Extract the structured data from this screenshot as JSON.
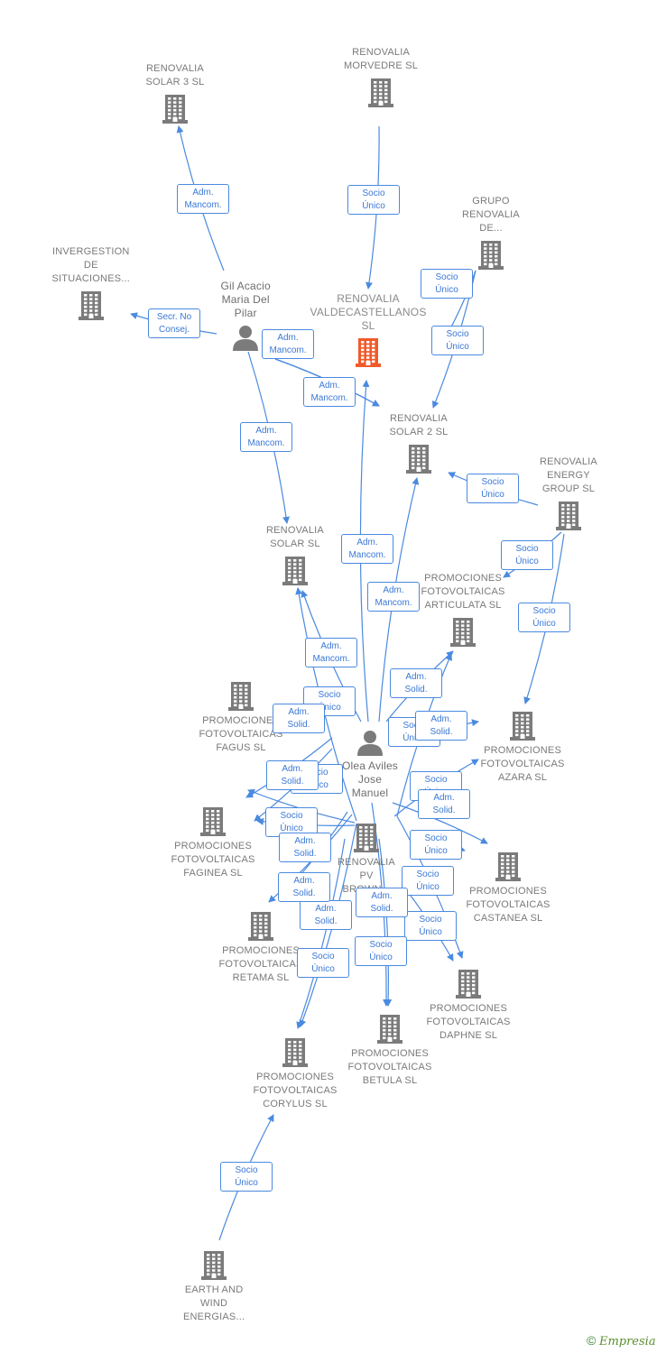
{
  "colors": {
    "edge": "#4a8ae0",
    "icon_gray": "#7b7b7b",
    "icon_main": "#f05a2a",
    "label": "#7a7a7a"
  },
  "nodes": [
    {
      "id": "valdecastellanos",
      "label": "RENOVALIA\nVALDECASTELLANOS\nSL",
      "type": "company",
      "main": true
    },
    {
      "id": "solar3",
      "label": "RENOVALIA\nSOLAR 3 SL",
      "type": "company"
    },
    {
      "id": "morvedre",
      "label": "RENOVALIA\nMORVEDRE  SL",
      "type": "company"
    },
    {
      "id": "grupo",
      "label": "GRUPO\nRENOVALIA\nDE...",
      "type": "company"
    },
    {
      "id": "invergestion",
      "label": "INVERGESTION\nDE\nSITUACIONES...",
      "type": "company"
    },
    {
      "id": "gil",
      "label": "Gil Acacio\nMaria Del\nPilar",
      "type": "person"
    },
    {
      "id": "solar2",
      "label": "RENOVALIA\nSOLAR 2 SL",
      "type": "company"
    },
    {
      "id": "energy",
      "label": "RENOVALIA\nENERGY\nGROUP  SL",
      "type": "company"
    },
    {
      "id": "solar",
      "label": "RENOVALIA\nSOLAR SL",
      "type": "company"
    },
    {
      "id": "articulata",
      "label": "PROMOCIONES\nFOTOVOLTAICAS\nARTICULATA SL",
      "type": "company"
    },
    {
      "id": "fagus",
      "label": "PROMOCIONES\nFOTOVOLTAICAS\nFAGUS SL",
      "type": "company"
    },
    {
      "id": "azara",
      "label": "PROMOCIONES\nFOTOVOLTAICAS\nAZARA SL",
      "type": "company"
    },
    {
      "id": "olea",
      "label": "Olea Aviles\nJose\nManuel",
      "type": "person"
    },
    {
      "id": "faginea",
      "label": "PROMOCIONES\nFOTOVOLTAICAS\nFAGINEA SL",
      "type": "company"
    },
    {
      "id": "pvbrown",
      "label": "RENOVALIA\nPV\nBROWN...",
      "type": "company"
    },
    {
      "id": "castanea",
      "label": "PROMOCIONES\nFOTOVOLTAICAS\nCASTANEA SL",
      "type": "company"
    },
    {
      "id": "retama",
      "label": "PROMOCIONES\nFOTOVOLTAICAS\nRETAMA SL",
      "type": "company"
    },
    {
      "id": "daphne",
      "label": "PROMOCIONES\nFOTOVOLTAICAS\nDAPHNE SL",
      "type": "company"
    },
    {
      "id": "betula",
      "label": "PROMOCIONES\nFOTOVOLTAICAS\nBETULA SL",
      "type": "company"
    },
    {
      "id": "corylus",
      "label": "PROMOCIONES\nFOTOVOLTAICAS\nCORYLUS SL",
      "type": "company"
    },
    {
      "id": "earth",
      "label": "EARTH AND\nWIND\nENERGIAS...",
      "type": "company"
    }
  ],
  "edges": [
    {
      "from": "gil",
      "to": "solar3",
      "label": "Adm.\nMancom."
    },
    {
      "from": "morvedre",
      "to": "valdecastellanos",
      "label": "Socio\nÚnico"
    },
    {
      "from": "grupo",
      "to": "solar2",
      "label": "Socio\nÚnico"
    },
    {
      "from": "grupo",
      "to": "solar2",
      "label": "Socio\nÚnico"
    },
    {
      "from": "gil",
      "to": "invergestion",
      "label": "Secr.  No\nConsej."
    },
    {
      "from": "gil",
      "to": "solar2",
      "label": "Adm.\nMancom."
    },
    {
      "from": "gil",
      "to": "solar2",
      "label": "Adm.\nMancom."
    },
    {
      "from": "gil",
      "to": "solar",
      "label": "Adm.\nMancom."
    },
    {
      "from": "energy",
      "to": "solar2",
      "label": "Socio\nÚnico"
    },
    {
      "from": "energy",
      "to": "articulata",
      "label": "Socio\nÚnico"
    },
    {
      "from": "energy",
      "to": "azara",
      "label": "Socio\nÚnico"
    },
    {
      "from": "olea",
      "to": "valdecastellanos",
      "label": "Adm.\nMancom."
    },
    {
      "from": "olea",
      "to": "solar2",
      "label": "Adm.\nMancom."
    },
    {
      "from": "olea",
      "to": "solar",
      "label": "Adm.\nMancom."
    },
    {
      "from": "pvbrown",
      "to": "solar",
      "label": "Socio\nÚnico"
    },
    {
      "from": "olea",
      "to": "fagus",
      "label": "Adm.\nSolid."
    },
    {
      "from": "olea",
      "to": "articulata",
      "label": "Adm.\nSolid."
    },
    {
      "from": "pvbrown",
      "to": "articulata",
      "label": "Socio\nÚnico"
    },
    {
      "from": "olea",
      "to": "azara",
      "label": "Adm.\nSolid."
    },
    {
      "from": "pvbrown",
      "to": "fagus",
      "label": "Socio\nÚnico"
    },
    {
      "from": "olea",
      "to": "faginea",
      "label": "Adm.\nSolid."
    },
    {
      "from": "pvbrown",
      "to": "azara",
      "label": "Socio\nÚnico"
    },
    {
      "from": "olea",
      "to": "castanea",
      "label": "Adm.\nSolid."
    },
    {
      "from": "pvbrown",
      "to": "faginea",
      "label": "Socio\nÚnico"
    },
    {
      "from": "olea",
      "to": "retama",
      "label": "Adm.\nSolid."
    },
    {
      "from": "pvbrown",
      "to": "castanea",
      "label": "Socio\nÚnico"
    },
    {
      "from": "olea",
      "to": "daphne",
      "label": "Adm.\nSolid."
    },
    {
      "from": "pvbrown",
      "to": "retama",
      "label": "Socio\nÚnico"
    },
    {
      "from": "olea",
      "to": "betula",
      "label": "Adm.\nSolid."
    },
    {
      "from": "pvbrown",
      "to": "daphne",
      "label": "Socio\nÚnico"
    },
    {
      "from": "olea",
      "to": "corylus",
      "label": "Adm.\nSolid."
    },
    {
      "from": "pvbrown",
      "to": "corylus",
      "label": "Socio\nÚnico"
    },
    {
      "from": "pvbrown",
      "to": "betula",
      "label": "Socio\nÚnico"
    },
    {
      "from": "earth",
      "to": "corylus",
      "label": "Socio\nÚnico"
    }
  ],
  "footer": {
    "copyright": "©",
    "brand": "Empresia"
  }
}
